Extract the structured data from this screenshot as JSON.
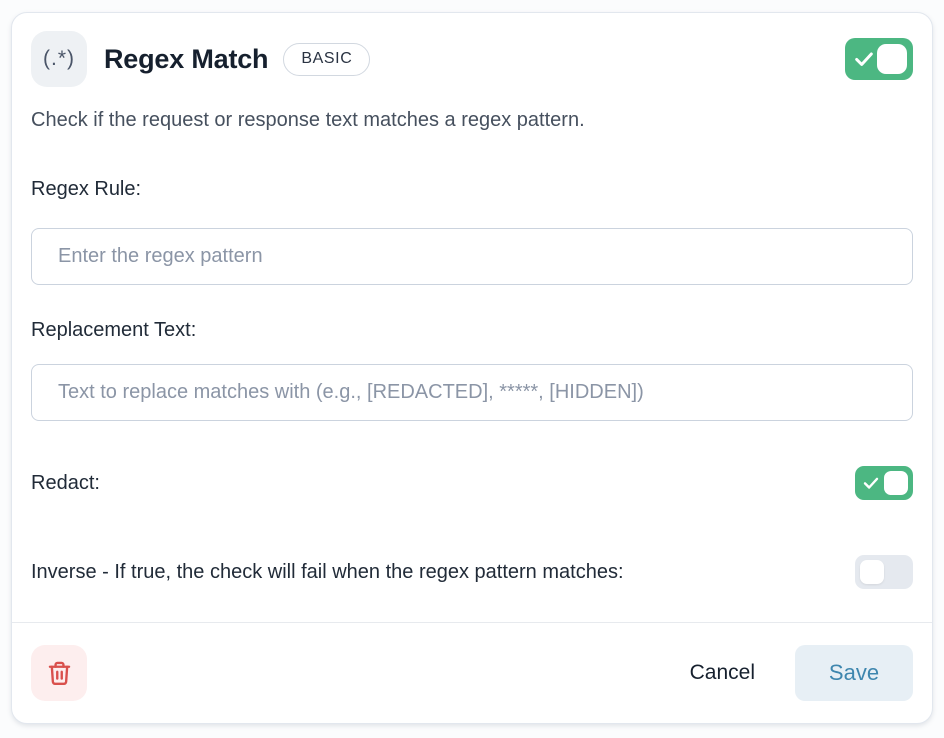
{
  "header": {
    "icon_text": "(.*)",
    "title": "Regex Match",
    "badge": "BASIC",
    "enabled_toggle": {
      "on": true
    }
  },
  "description": "Check if the request or response text matches a regex pattern.",
  "fields": {
    "regex_rule": {
      "label": "Regex Rule:",
      "placeholder": "Enter the regex pattern",
      "value": ""
    },
    "replacement_text": {
      "label": "Replacement Text:",
      "placeholder": "Text to replace matches with (e.g., [REDACTED], *****, [HIDDEN])",
      "value": ""
    },
    "redact": {
      "label": "Redact:",
      "on": true
    },
    "inverse": {
      "label": "Inverse - If true, the check will fail when the regex pattern matches:",
      "on": false
    }
  },
  "footer": {
    "delete_icon": "trash-icon",
    "cancel_label": "Cancel",
    "save_label": "Save"
  },
  "colors": {
    "toggle_on": "#4cb782",
    "toggle_off_track": "#e5e9ef",
    "card_border": "#e2e7ee",
    "save_bg": "#e7eff5",
    "save_text": "#3e86ae",
    "delete_bg": "#fdeeee",
    "delete_icon": "#d9504c",
    "label_text": "#212b38",
    "placeholder_text": "#8b95a6"
  }
}
